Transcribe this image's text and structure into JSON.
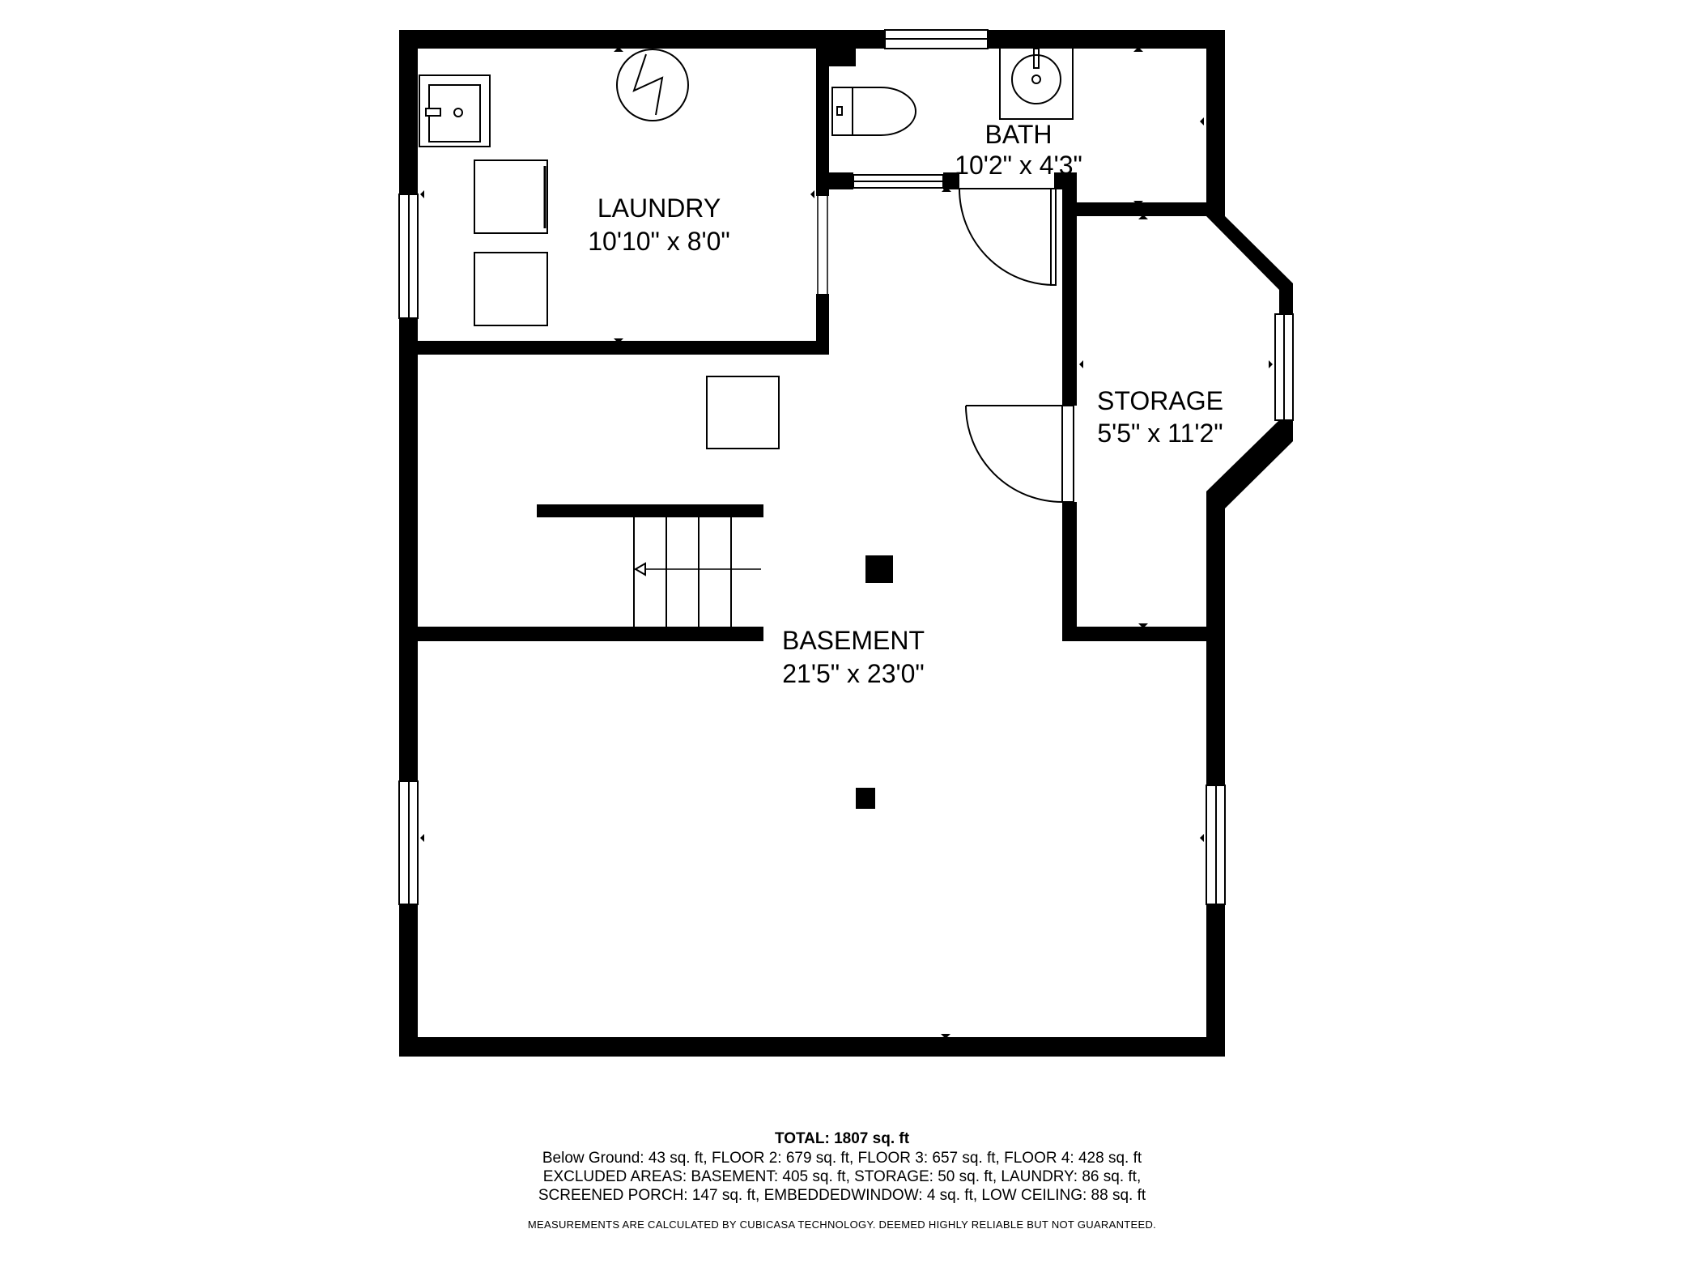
{
  "rooms": {
    "laundry": {
      "name": "LAUNDRY",
      "dims": "10'10\" x 8'0\""
    },
    "bath": {
      "name": "BATH",
      "dims": "10'2\" x 4'3\""
    },
    "storage": {
      "name": "STORAGE",
      "dims": "5'5\" x 11'2\""
    },
    "basement": {
      "name": "BASEMENT",
      "dims": "21'5\" x 23'0\""
    }
  },
  "footer": {
    "total": "TOTAL: 1807 sq. ft",
    "line1": "Below Ground: 43 sq. ft, FLOOR 2: 679 sq. ft, FLOOR 3: 657 sq. ft, FLOOR 4: 428 sq. ft",
    "line2": "EXCLUDED AREAS: BASEMENT: 405 sq. ft, STORAGE: 50 sq. ft, LAUNDRY: 86 sq. ft,",
    "line3": "SCREENED PORCH: 147 sq. ft, EMBEDDEDWINDOW: 4 sq. ft, LOW CEILING: 88 sq. ft",
    "disclaimer": "MEASUREMENTS ARE CALCULATED BY CUBICASA TECHNOLOGY. DEEMED HIGHLY RELIABLE BUT NOT GUARANTEED."
  },
  "colors": {
    "wall": "#000000",
    "background": "#ffffff"
  }
}
